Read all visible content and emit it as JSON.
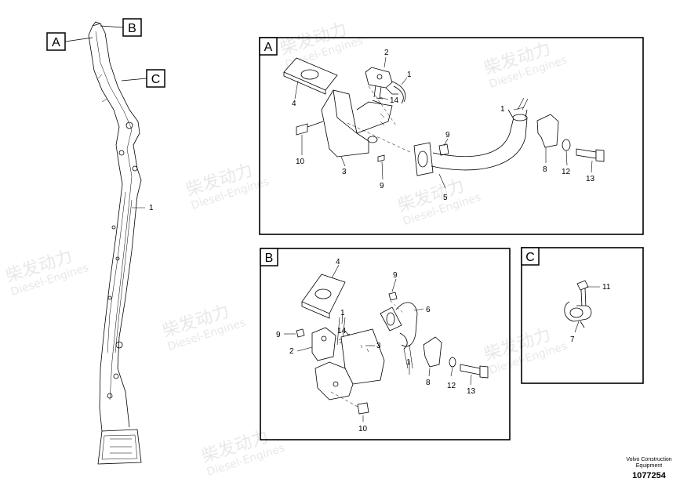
{
  "watermark": {
    "cn": "柴发动力",
    "en": "Diesel-Engines"
  },
  "boom_callouts": {
    "a": "A",
    "b": "B",
    "c": "C",
    "part1": "1"
  },
  "panel_a": {
    "title": "A",
    "labels": {
      "p1": "1",
      "p2": "2",
      "p1b": "1",
      "p14": "14",
      "p4": "4",
      "p9a": "9",
      "p9b": "9",
      "p10": "10",
      "p3": "3",
      "p5": "5",
      "p8": "8",
      "p12": "12",
      "p13": "13"
    }
  },
  "panel_b": {
    "title": "B",
    "labels": {
      "p4": "4",
      "p9a": "9",
      "p9b": "9",
      "p1": "1",
      "p14": "14",
      "p2": "2",
      "p3": "3",
      "p6": "6",
      "p1b": "1",
      "p8": "8",
      "p12": "12",
      "p13": "13",
      "p10": "10"
    }
  },
  "panel_c": {
    "title": "C",
    "labels": {
      "p11": "11",
      "p7": "7"
    }
  },
  "footer": {
    "line1": "Volvo Construction",
    "line2": "Equipment",
    "doc_number": "1077254"
  }
}
